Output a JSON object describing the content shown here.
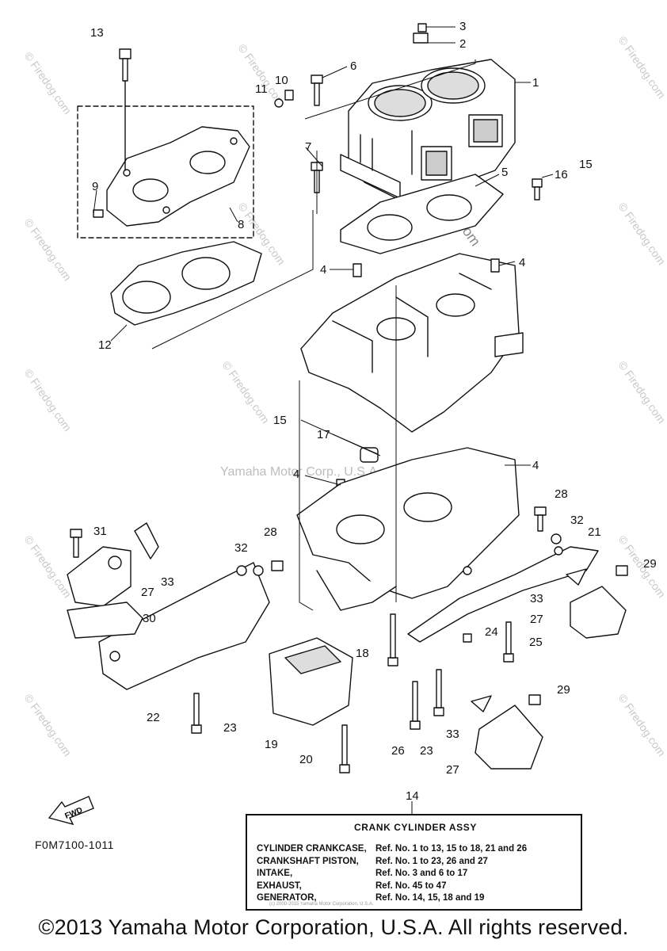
{
  "watermarks": {
    "center": "Yamaha Motor Corp., U.S.A.",
    "site": "© Firedog.com",
    "site_diag": "Firedog.com"
  },
  "callouts": [
    "1",
    "2",
    "3",
    "4",
    "5",
    "6",
    "7",
    "8",
    "9",
    "10",
    "11",
    "12",
    "13",
    "15",
    "16",
    "17",
    "18",
    "19",
    "20",
    "21",
    "22",
    "23",
    "24",
    "25",
    "26",
    "27",
    "28",
    "29",
    "30",
    "31",
    "32",
    "33"
  ],
  "figure_code": "F0M7100-1011",
  "fwd_label": "FWD",
  "legend": {
    "ref_number": "14",
    "title": "CRANK CYLINDER ASSY",
    "rows": [
      {
        "label": "CYLINDER CRANKCASE,",
        "value": "Ref. No. 1 to 13, 15 to 18, 21 and 26"
      },
      {
        "label": "CRANKSHAFT PISTON,",
        "value": "Ref. No. 1 to 23, 26 and 27"
      },
      {
        "label": "INTAKE,",
        "value": "Ref. No. 3 and 6 to 17"
      },
      {
        "label": "EXHAUST,",
        "value": "Ref. No. 45 to 47"
      },
      {
        "label": "GENERATOR,",
        "value": "Ref. No. 14, 15, 18 and 19"
      }
    ]
  },
  "small_copyright": "(c) 2000-2015 Yamaha Motor Corporation, U.S.A.",
  "footer": "©2013 Yamaha Motor Corporation, U.S.A. All rights reserved."
}
